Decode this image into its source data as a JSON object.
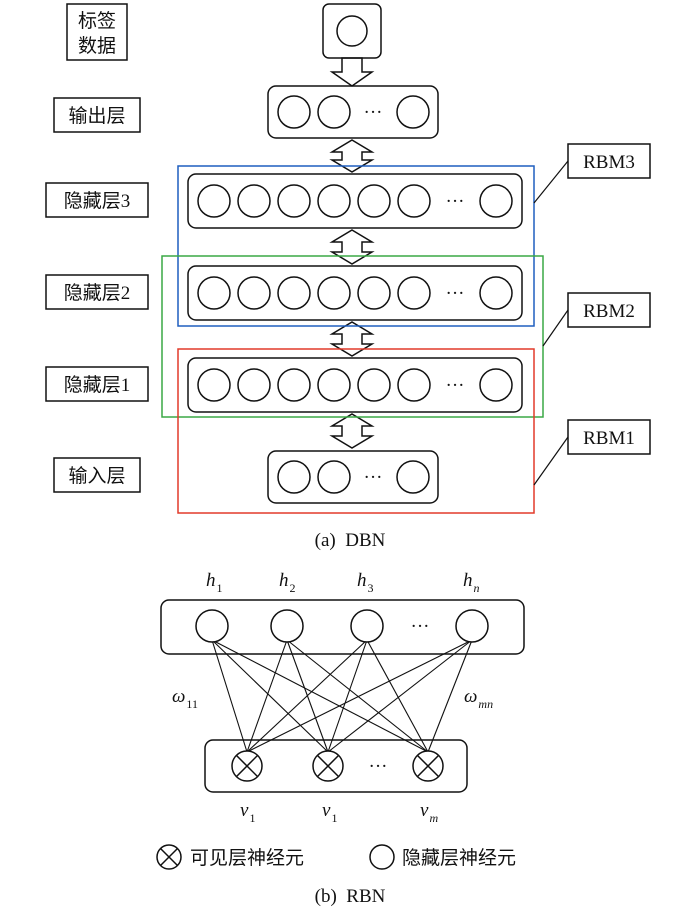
{
  "dbn": {
    "caption": "(a)  DBN",
    "label_data_lines": [
      "标签",
      "数据"
    ],
    "output_layer": "输出层",
    "hidden3": "隐藏层3",
    "hidden2": "隐藏层2",
    "hidden1": "隐藏层1",
    "input_layer": "输入层",
    "ellipsis": "···",
    "rbm3": "RBM3",
    "rbm2": "RBM2",
    "rbm1": "RBM1",
    "colors": {
      "rbm3": "#1f5fbf",
      "rbm2": "#3aa845",
      "rbm1": "#e23a2a"
    }
  },
  "rbn": {
    "caption": "(b)  RBN",
    "hidden_labels": [
      {
        "base": "h",
        "sub": "1"
      },
      {
        "base": "h",
        "sub": "2"
      },
      {
        "base": "h",
        "sub": "3"
      },
      {
        "base": "h",
        "sub": "n"
      }
    ],
    "visible_labels": [
      {
        "base": "v",
        "sub": "1"
      },
      {
        "base": "v",
        "sub": "1"
      },
      {
        "base": "v",
        "sub": "m"
      }
    ],
    "weight_left": {
      "base": "ω",
      "sub": "11"
    },
    "weight_right": {
      "base": "ω",
      "sub": "mn"
    },
    "ellipsis": "···"
  },
  "legend": {
    "visible_neuron": "可见层神经元",
    "hidden_neuron": "隐藏层神经元"
  }
}
